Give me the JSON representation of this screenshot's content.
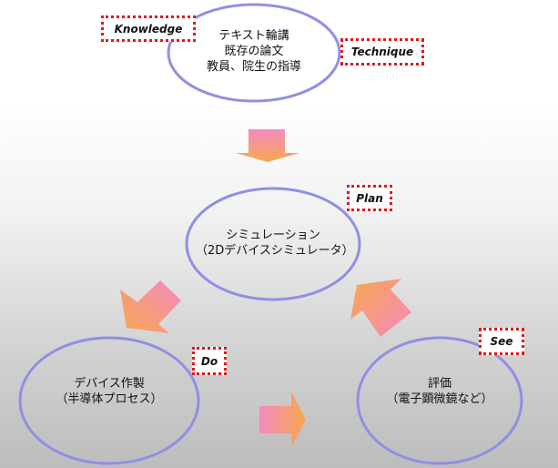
{
  "nodes": {
    "knowledge": {
      "lines": [
        "テキスト輪講",
        "既存の論文",
        "教員、院生の指導"
      ]
    },
    "simulation": {
      "lines": [
        "シミュレーション",
        "（2Dデバイスシミュレータ）"
      ]
    },
    "device": {
      "lines": [
        "デバイス作製",
        "（半導体プロセス）"
      ]
    },
    "evaluation": {
      "lines": [
        "評価",
        "（電子顕微鏡など）"
      ]
    }
  },
  "tags": {
    "knowledge": "Knowledge",
    "technique": "Technique",
    "plan": "Plan",
    "do": "Do",
    "see": "See"
  },
  "colors": {
    "ellipse_stroke": "#8f8fe6",
    "tag_border": "#e0191a",
    "arrow_pink": "#f080b8",
    "arrow_orange": "#f8a050"
  }
}
